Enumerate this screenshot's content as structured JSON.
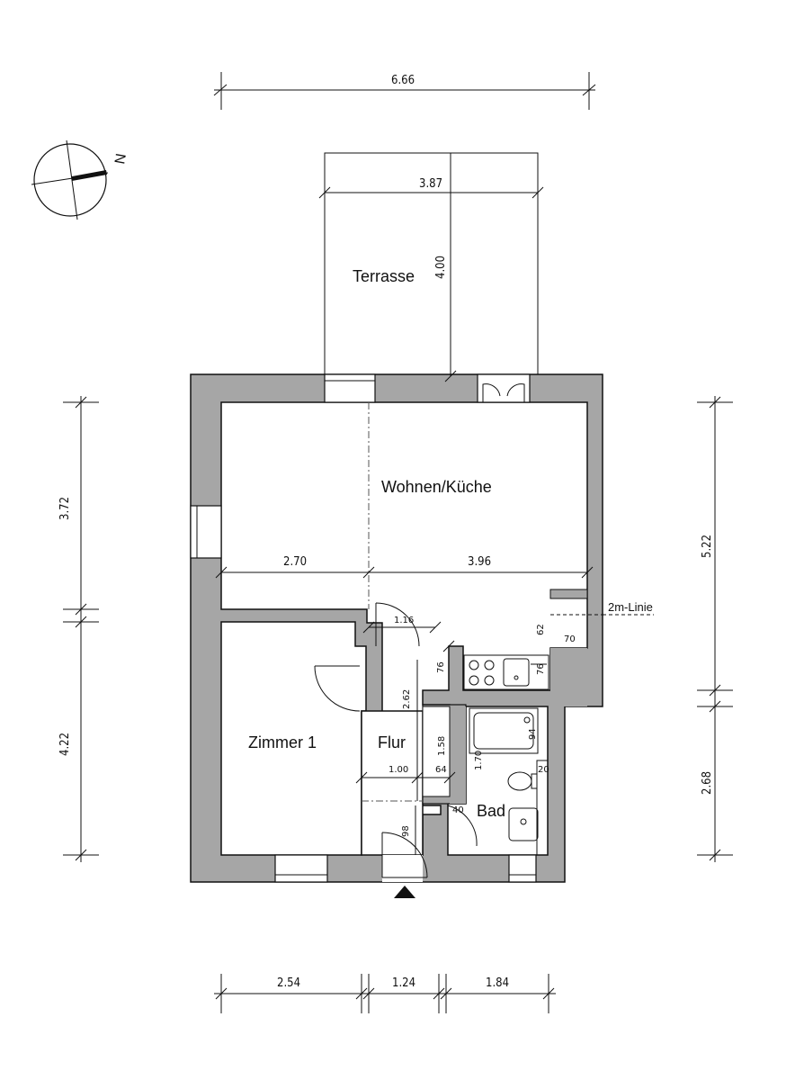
{
  "compass": {
    "label": "N"
  },
  "rooms": {
    "terrace": "Terrasse",
    "living_kitchen": "Wohnen/Küche",
    "room1": "Zimmer 1",
    "hall": "Flur",
    "bath": "Bad"
  },
  "notes": {
    "two_m_line": "2m-Linie"
  },
  "dimensions": {
    "top_overall": "6.66",
    "terrace_width": "3.87",
    "terrace_depth": "4.00",
    "left_upper": "3.72",
    "left_lower": "4.22",
    "right_upper": "5.22",
    "right_lower": "2.68",
    "living_left": "2.70",
    "living_right": "3.96",
    "hall_door": "1.16",
    "hall_length": "2.62",
    "hall_width": "1.00",
    "hall_niche_width": "64",
    "hall_niche_depth": "1.58",
    "kitchen_depth": "76",
    "counter_62": "62",
    "counter_70": "70",
    "bath_length": "1.70",
    "bath_94": "94",
    "bath_20": "20",
    "bath_40": "40",
    "entry_98": "98",
    "bottom_left": "2.54",
    "bottom_mid": "1.24",
    "bottom_right": "1.84"
  }
}
